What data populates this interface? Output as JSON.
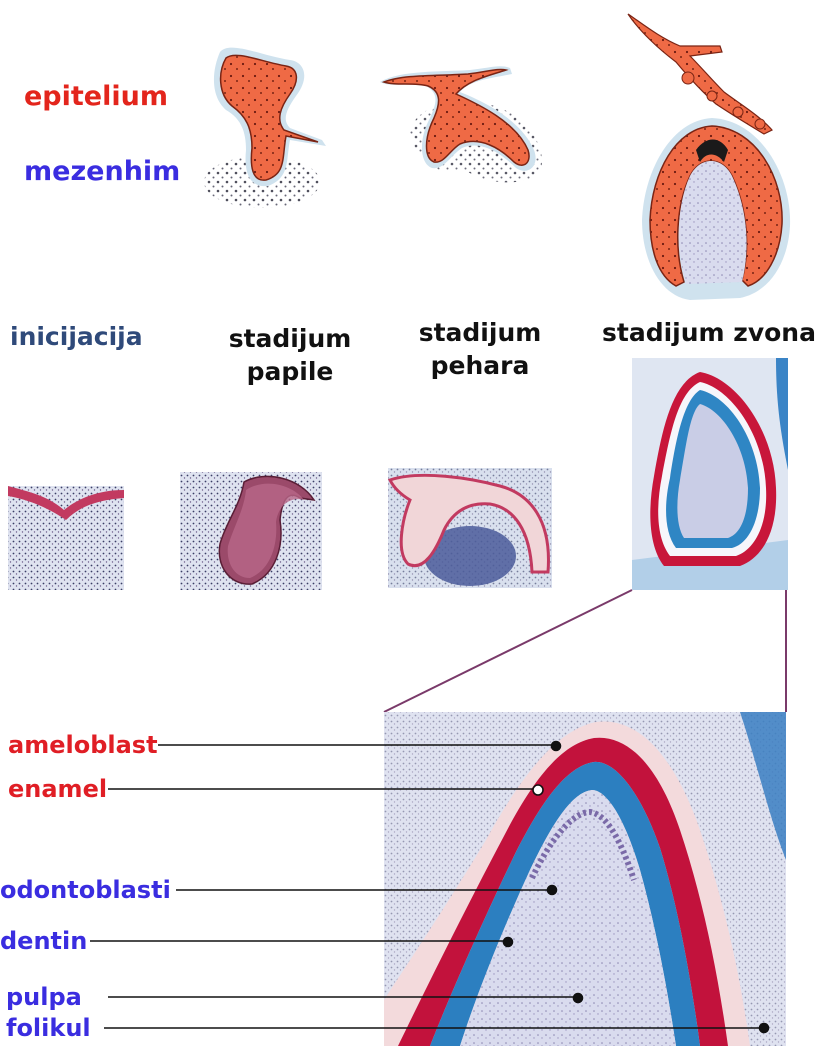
{
  "legend": {
    "epithelium": "epitelium",
    "mesenchyme": "mezenhim",
    "epithelium_color": "#e3251c",
    "mesenchyme_color": "#3a2de0"
  },
  "stages": [
    {
      "label": "inicijacija"
    },
    {
      "label_line1": "stadijum",
      "label_line2": "papile"
    },
    {
      "label_line1": "stadijum",
      "label_line2": "pehara"
    },
    {
      "label": "stadijum zvona"
    }
  ],
  "parts": {
    "ameloblast": "ameloblast",
    "enamel": "enamel",
    "odontoblasti": "odontoblasti",
    "dentin": "dentin",
    "pulpa": "pulpa",
    "folikul": "folikul"
  }
}
